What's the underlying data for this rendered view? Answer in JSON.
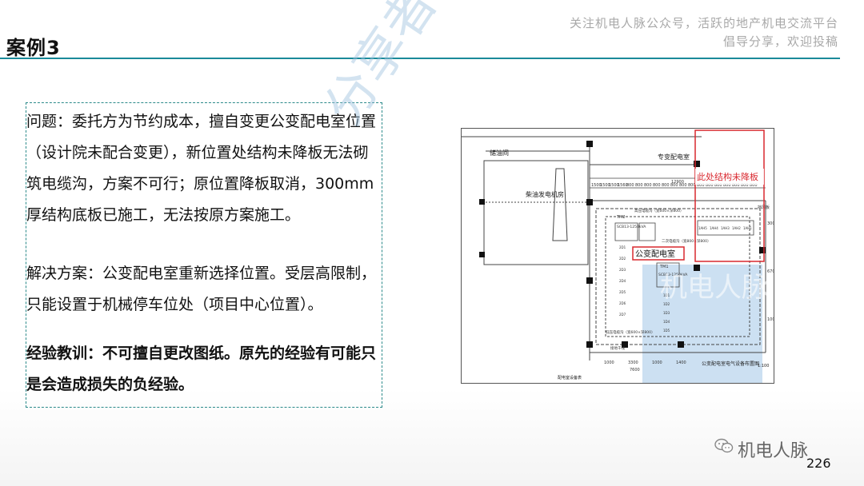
{
  "page_title": "案例3",
  "watermark_top": {
    "line1": "关注机电人脉公众号，活跃的地产机电交流平台",
    "line2": "倡导分享，欢迎投稿"
  },
  "problem_text": "问题：委托方为节约成本，擅自变更公变配电室位置（设计院未配合变更），新位置处结构未降板无法砌筑电缆沟，方案不可行；原位置降板取消，300mm厚结构底板已施工，无法按原方案施工。",
  "solution_text": "解决方案：公变配电室重新选择位置。受层高限制，只能设置于机械停车位处（项目中心位置）。",
  "lesson_text": "经验教训：不可擅自更改图纸。原先的经验有可能只是会造成损失的负经验。",
  "diagram": {
    "label_oil": "储油间",
    "label_generator": "柴油发电机房",
    "label_dedicated": "专变配电室",
    "label_unlowered": "此处结构未降板",
    "label_public": "公变配电室",
    "label_title": "公变配电室电气设备布置图",
    "label_scale": "1:100",
    "label_bottom": "配电室设备表",
    "dim_total": "12900",
    "dims": [
      "1500",
      "1500",
      "1500",
      "1560",
      "800",
      "800",
      "800",
      "800",
      "800",
      "800",
      "800",
      "800",
      "800",
      "800",
      "800",
      "800",
      "800",
      "800",
      "800"
    ],
    "dim_bottom": [
      "1000",
      "3300",
      "1000",
      "1400"
    ],
    "dim_bottom2": "7600",
    "dim_right": [
      "3000",
      "6700",
      "1000"
    ],
    "transformer_1": "SCB13-1250kVA",
    "transformer_2": "SCB13-1250kVA",
    "tm1": "TM1",
    "tm2": "TM2",
    "hv_row": [
      "1AH5",
      "1AH4",
      "1AH3",
      "1AH2",
      "1AH1"
    ],
    "lv_col": [
      "2D1",
      "2D2",
      "2D3",
      "2D4",
      "2D5",
      "2D6",
      "2D7"
    ],
    "lv_col2": [
      "1D1",
      "1D2",
      "1D3",
      "1D4",
      "1D5"
    ],
    "label_hv_trench": "高压电缆沟（宽600×深800）",
    "label_lv_trench": "低压电缆沟（宽600×深800）",
    "label_secondary": "二次电缆沟（宽800×深800）",
    "label_right": "挡风板",
    "label_cable": "接地干线"
  },
  "diagonal_watermark": "分享者：郭玉才",
  "blue_watermark": "机电人脉",
  "brand": "机电人脉",
  "page_number": "226",
  "colors": {
    "accent_rule": "#1a8a9a",
    "box_border": "#2b8a8a",
    "highlight_red": "#d9282f",
    "watermark_blue": "#9ec3df"
  }
}
